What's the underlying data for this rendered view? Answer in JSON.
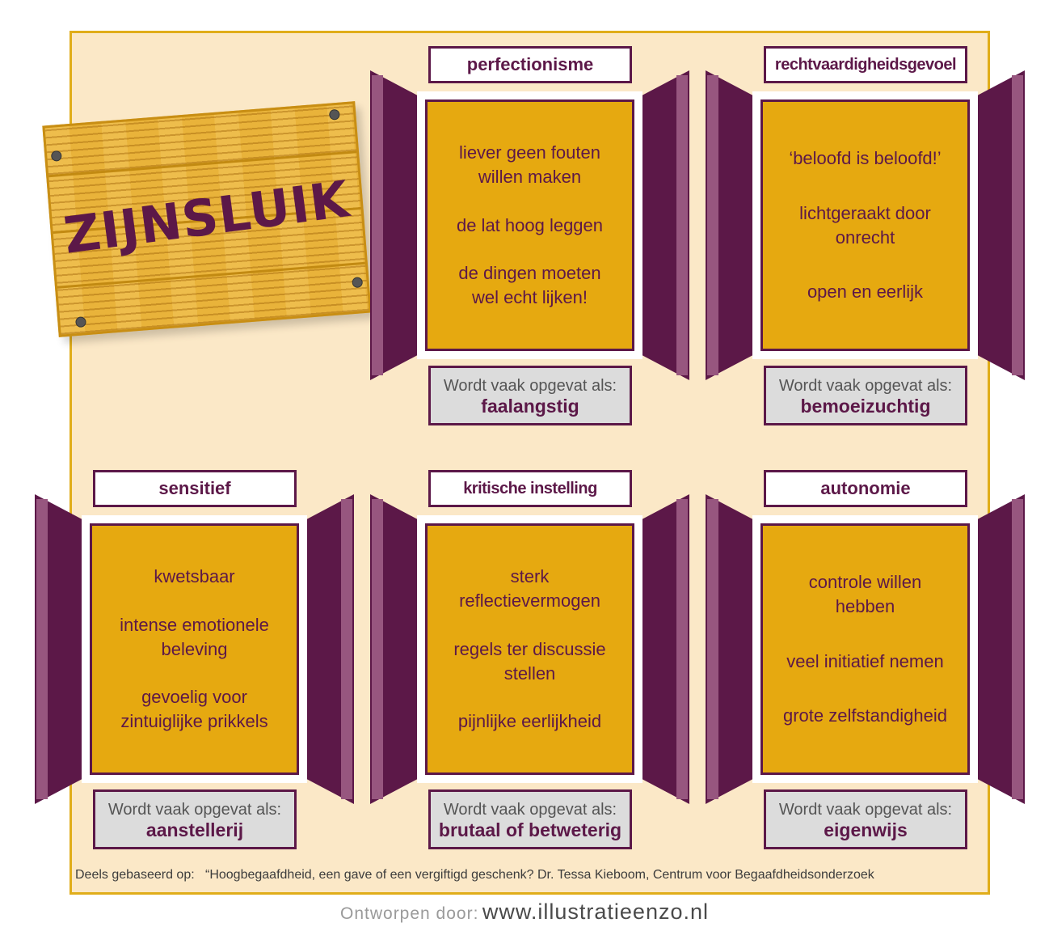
{
  "title": "ZIJNSLUIK",
  "perceived_prefix": "Wordt vaak opgevat als:",
  "panels": [
    {
      "label": "perfectionisme",
      "lines": [
        "liever geen fouten\nwillen maken",
        "de lat hoog leggen",
        "de dingen moeten\nwel echt lijken!"
      ],
      "perceived": "faalangstig"
    },
    {
      "label": "rechtvaardigheidsgevoel",
      "lines": [
        "‘beloofd is beloofd!’",
        "lichtgeraakt door\nonrecht",
        "open en eerlijk"
      ],
      "perceived": "bemoeizuchtig"
    },
    {
      "label": "sensitief",
      "lines": [
        "kwetsbaar",
        "intense emotionele\nbeleving",
        "gevoelig voor\nzintuiglijke prikkels"
      ],
      "perceived": "aanstellerij"
    },
    {
      "label": "kritische instelling",
      "lines": [
        "sterk\nreflectievermogen",
        "regels ter discussie\nstellen",
        "pijnlijke eerlijkheid"
      ],
      "perceived": "brutaal of betweterig"
    },
    {
      "label": "autonomie",
      "lines": [
        "controle willen\nhebben",
        "veel initiatief nemen",
        "grote zelfstandigheid"
      ],
      "perceived": "eigenwijs"
    }
  ],
  "source": {
    "prefix": "Deels gebaseerd op:",
    "text": "“Hoogbegaafdheid, een gave of een vergiftigd geschenk? Dr. Tessa Kieboom, Centrum voor Begaafdheidsonderzoek"
  },
  "credit": {
    "label": "Ontworpen door:",
    "url": "www.illustratieenzo.nl"
  },
  "colors": {
    "purple": "#5c1848",
    "shutter_edge": "#97567f",
    "gold": "#e6a910",
    "background": "#fbe8c7",
    "border": "#e0ad1a",
    "gray_box": "#dcdcdc"
  }
}
